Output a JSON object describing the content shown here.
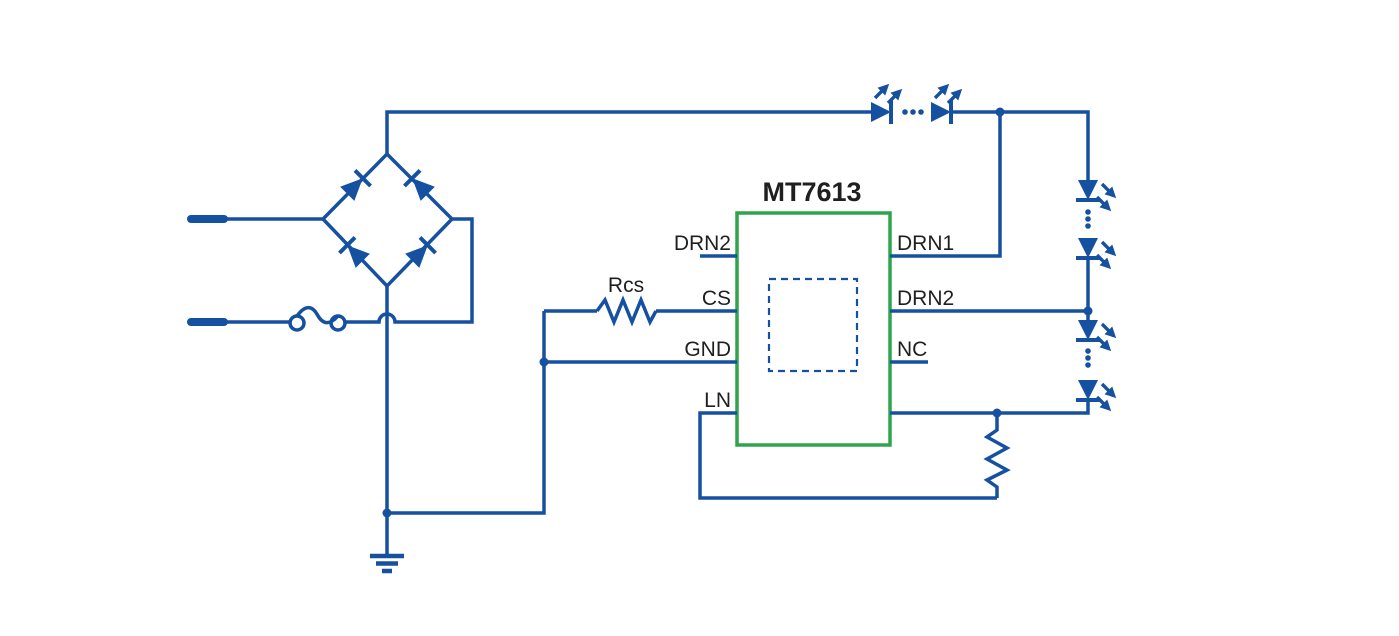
{
  "schematic": {
    "ic": {
      "title": "MT7613",
      "pins_left": [
        {
          "label": "DRN2"
        },
        {
          "label": "CS"
        },
        {
          "label": "GND"
        },
        {
          "label": "LN"
        }
      ],
      "pins_right": [
        {
          "label": "DRN1"
        },
        {
          "label": "DRN2"
        },
        {
          "label": "NC"
        }
      ]
    },
    "labels": {
      "current_sense_resistor": "Rcs"
    },
    "colors": {
      "wire_blue": "#1551A0",
      "ic_green": "#2EA44D",
      "text_black": "#1F1F1F",
      "background": "#FFFFFF"
    }
  }
}
